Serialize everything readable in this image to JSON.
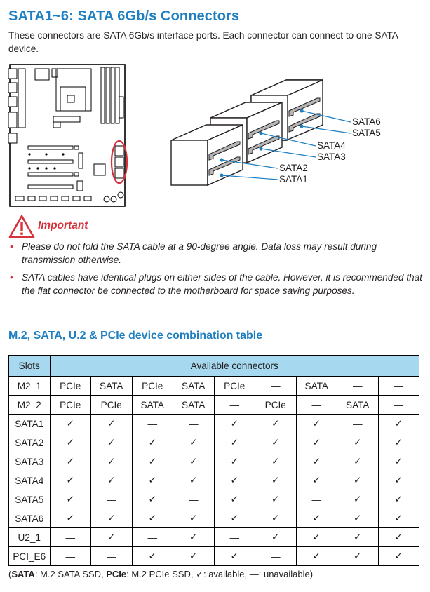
{
  "title": "SATA1~6: SATA 6Gb/s Connectors",
  "intro": "These connectors are SATA 6Gb/s interface ports. Each connector can connect to one SATA device.",
  "sata_labels": [
    "SATA6",
    "SATA5",
    "SATA4",
    "SATA3",
    "SATA2",
    "SATA1"
  ],
  "important": {
    "title": "Important",
    "bullets": [
      "Please do not fold the SATA cable at a 90-degree angle. Data loss may result during transmission otherwise.",
      "SATA cables have identical plugs on either sides of the cable. However, it is recommended that the flat connector be connected to the motherboard for space saving purposes."
    ]
  },
  "table_title": "M.2,  SATA, U.2 & PCIe device combination table",
  "table": {
    "header_slots": "Slots",
    "header_available": "Available connectors",
    "rows": [
      {
        "slot": "M2_1",
        "cells": [
          "PCIe",
          "SATA",
          "PCIe",
          "SATA",
          "PCIe",
          "—",
          "SATA",
          "—",
          "—"
        ]
      },
      {
        "slot": "M2_2",
        "cells": [
          "PCIe",
          "PCIe",
          "SATA",
          "SATA",
          "—",
          "PCIe",
          "—",
          "SATA",
          "—"
        ]
      },
      {
        "slot": "SATA1",
        "cells": [
          "✓",
          "✓",
          "—",
          "—",
          "✓",
          "✓",
          "✓",
          "—",
          "✓"
        ]
      },
      {
        "slot": "SATA2",
        "cells": [
          "✓",
          "✓",
          "✓",
          "✓",
          "✓",
          "✓",
          "✓",
          "✓",
          "✓"
        ]
      },
      {
        "slot": "SATA3",
        "cells": [
          "✓",
          "✓",
          "✓",
          "✓",
          "✓",
          "✓",
          "✓",
          "✓",
          "✓"
        ]
      },
      {
        "slot": "SATA4",
        "cells": [
          "✓",
          "✓",
          "✓",
          "✓",
          "✓",
          "✓",
          "✓",
          "✓",
          "✓"
        ]
      },
      {
        "slot": "SATA5",
        "cells": [
          "✓",
          "—",
          "✓",
          "—",
          "✓",
          "✓",
          "—",
          "✓",
          "✓"
        ]
      },
      {
        "slot": "SATA6",
        "cells": [
          "✓",
          "✓",
          "✓",
          "✓",
          "✓",
          "✓",
          "✓",
          "✓",
          "✓"
        ]
      },
      {
        "slot": "U2_1",
        "cells": [
          "—",
          "✓",
          "—",
          "✓",
          "—",
          "✓",
          "✓",
          "✓",
          "✓"
        ]
      },
      {
        "slot": "PCI_E6",
        "cells": [
          "—",
          "—",
          "✓",
          "✓",
          "✓",
          "—",
          "✓",
          "✓",
          "✓"
        ]
      }
    ]
  },
  "footnote": {
    "open": "(",
    "sata_key": "SATA",
    "sata_desc": ": M.2 SATA SSD, ",
    "pcie_key": "PCIe",
    "pcie_desc": ": M.2 PCIe SSD, ✓: available, —: unavailable)"
  },
  "colors": {
    "accent_blue": "#1f7fc1",
    "important_red": "#d6323c",
    "table_header_bg": "#a6d8ef",
    "connector_line": "#1f7fc1"
  }
}
